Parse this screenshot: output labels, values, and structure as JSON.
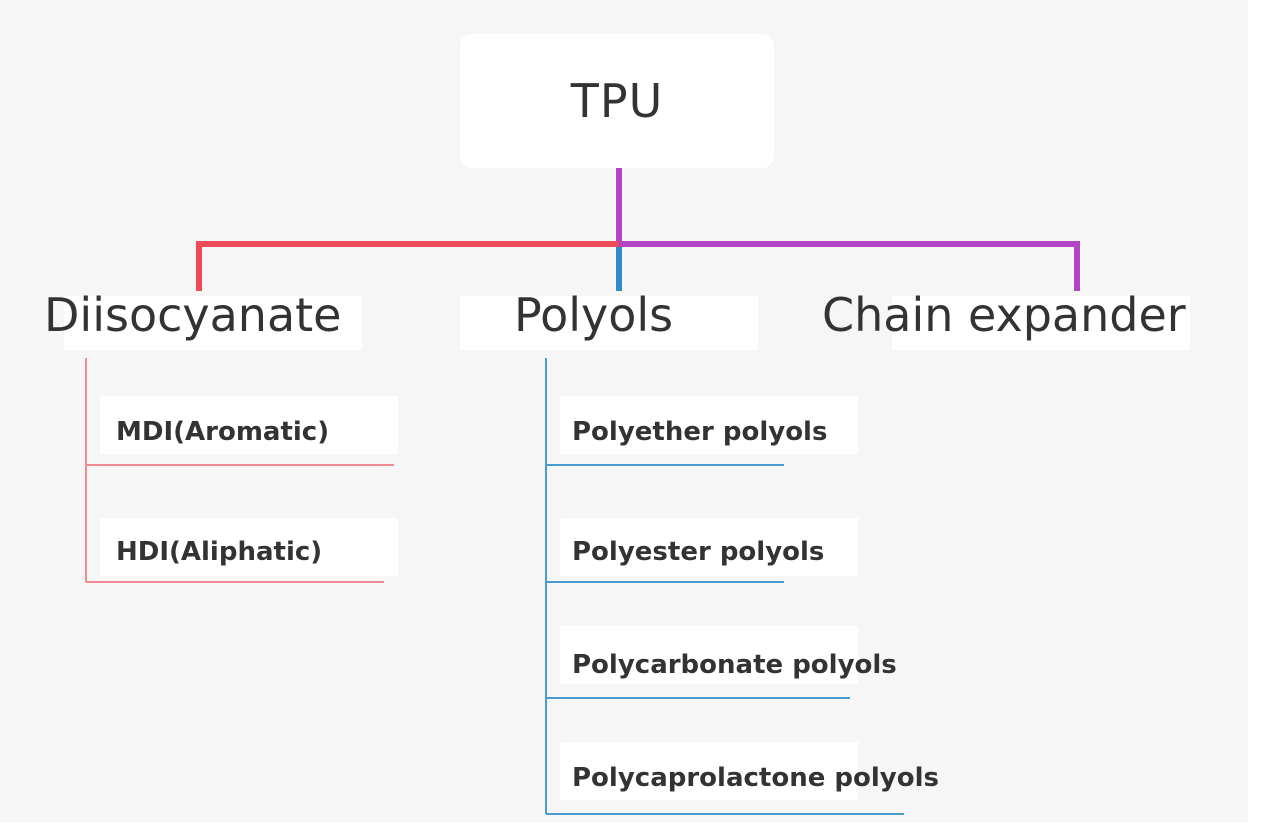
{
  "root": {
    "label": "TPU"
  },
  "categories": [
    {
      "label": "Diisocyanate",
      "color": "#ec4b57",
      "children": [
        "MDI(Aromatic)",
        "HDI(Aliphatic)"
      ]
    },
    {
      "label": "Polyols",
      "color": "#2f8ac5",
      "children": [
        "Polyether polyols",
        "Polyester polyols",
        "Polycarbonate polyols",
        "Polycaprolactone polyols"
      ]
    },
    {
      "label": "Chain expander",
      "color": "#b145c6",
      "children": []
    }
  ],
  "colors": {
    "background": "#f6f6f6",
    "box": "#ffffff",
    "text": "#333333",
    "root_stem": "#b145c6",
    "leaf_left_line": "#f08a94",
    "leaf_mid_line": "#4a9bd0"
  }
}
